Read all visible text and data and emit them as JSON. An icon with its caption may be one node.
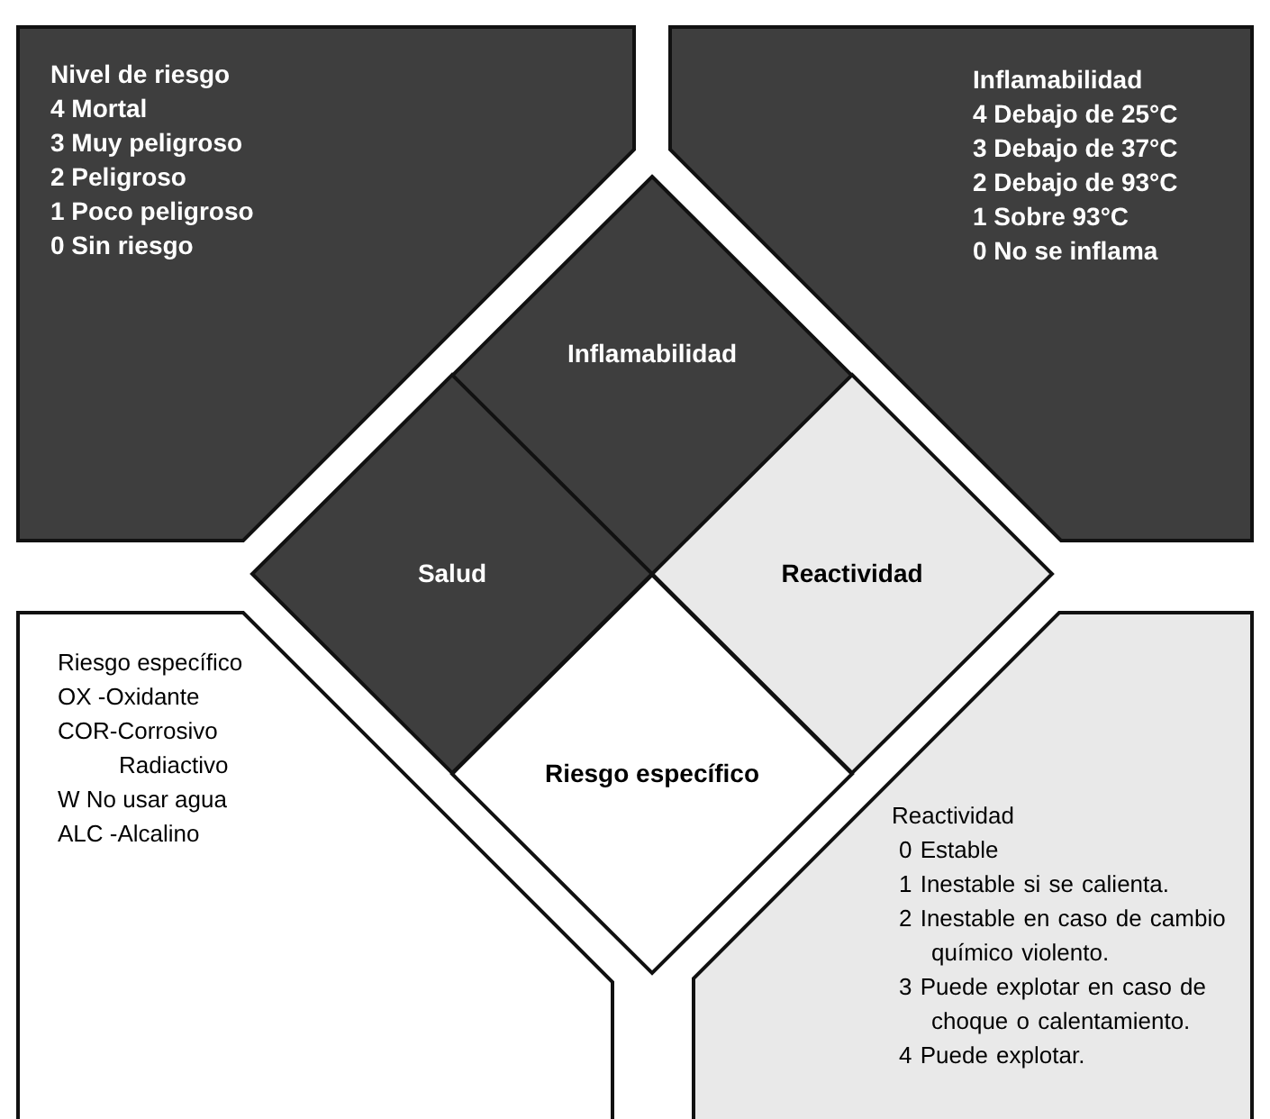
{
  "diagram": {
    "nodes": [
      {
        "text": [
          "Nivel de riesgo",
          "4 Mortal",
          "3 Muy peligroso",
          "2 Peligroso",
          "1 Poco peligroso",
          "0 Sin riesgo"
        ]
      },
      {
        "text": [
          "Inflamabilidad",
          "4 Debajo de 25°C",
          "3 Debajo de 37°C",
          "2 Debajo de 93°C",
          "1 Sobre 93°C",
          "0 No se inflama"
        ]
      },
      {
        "text": [
          "Inflamabilidad"
        ]
      },
      {
        "text": [
          "Salud"
        ]
      },
      {
        "text": [
          "Reactividad"
        ]
      },
      {
        "text": [
          "Riesgo específico"
        ]
      },
      {
        "text": [
          "Riesgo específico",
          "OX -Oxidante",
          "COR-Corrosivo",
          "Radiactivo",
          "W No usar agua",
          "ALC -Alcalino"
        ]
      },
      {
        "text": [
          "Reactividad",
          "0 Estable",
          "1 Inestable si se calienta.",
          "2 Inestable en caso de cambio químico violento.",
          "3 Puede explotar en caso de choque o calentamiento.",
          "4 Puede explotar."
        ]
      }
    ],
    "edges": []
  }
}
